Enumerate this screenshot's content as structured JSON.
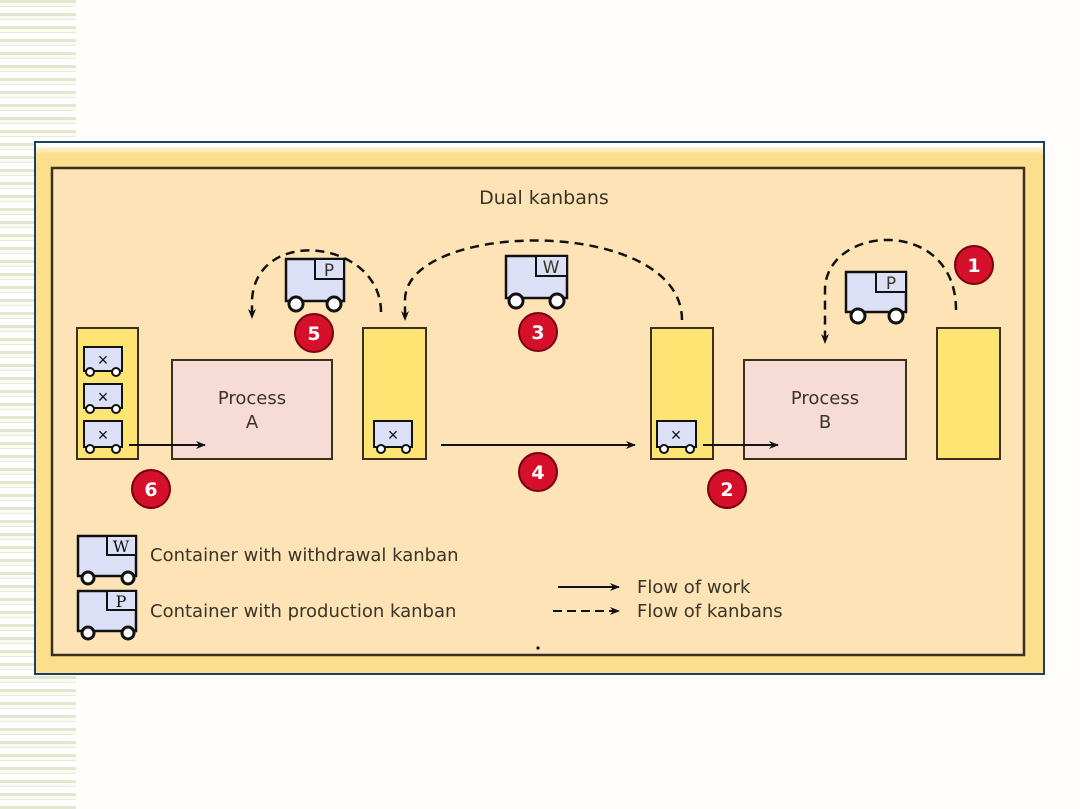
{
  "diagram": {
    "title": "Dual kanbans",
    "colors": {
      "panel": "#fde3b6",
      "frame_border": "#1d3f63",
      "outer_band": "#fbdf8d",
      "store": "#fde473",
      "process": "#f7dcd6",
      "container": "#dbe0f7",
      "step_badge": "#d4102a",
      "line": "#111111"
    },
    "processes": [
      {
        "id": "A",
        "label_line1": "Process",
        "label_line2": "A"
      },
      {
        "id": "B",
        "label_line1": "Process",
        "label_line2": "B"
      }
    ],
    "kanban_cards": {
      "withdrawal": "W",
      "production": "P",
      "item_mark": "×"
    },
    "steps": [
      {
        "number": "1"
      },
      {
        "number": "2"
      },
      {
        "number": "3"
      },
      {
        "number": "4"
      },
      {
        "number": "5"
      },
      {
        "number": "6"
      }
    ],
    "legend": {
      "withdrawal_label": "Container with withdrawal kanban",
      "production_label": "Container with production kanban",
      "flow_work_label": "Flow of work",
      "flow_kanbans_label": "Flow of kanbans"
    },
    "footer_mark": "."
  }
}
